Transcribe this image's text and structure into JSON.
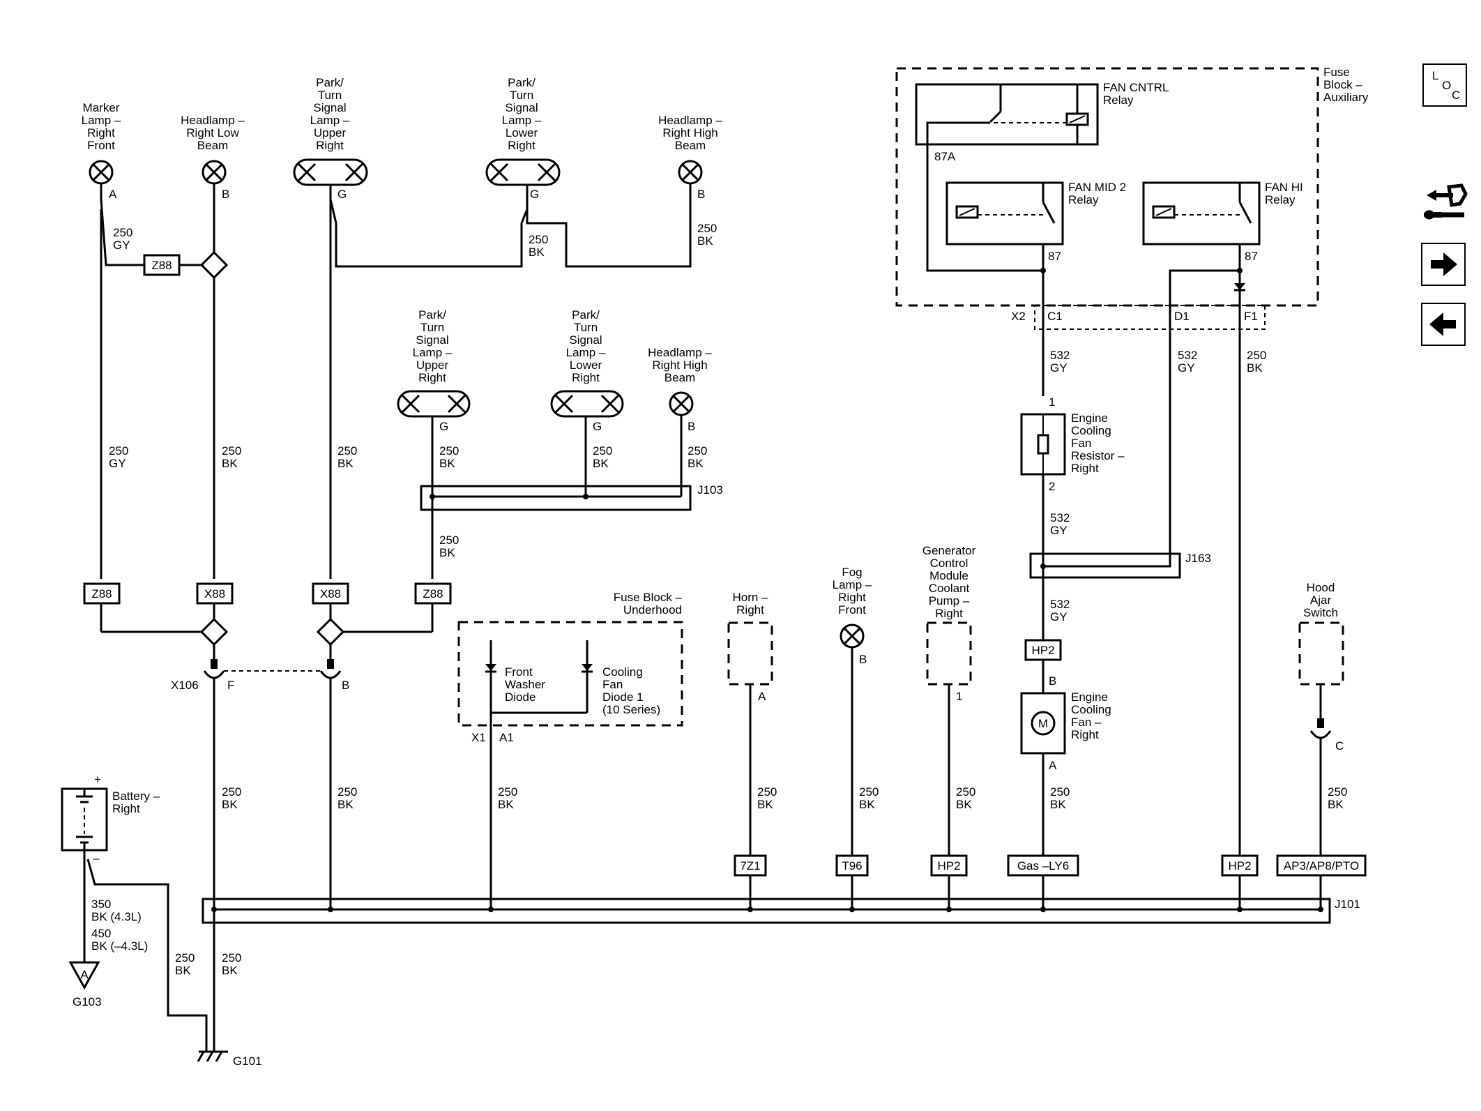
{
  "nav": {
    "loc": {
      "l": "L",
      "o": "O",
      "c": "C"
    }
  },
  "labels": {
    "marker_lamp": [
      "Marker",
      "Lamp –",
      "Right",
      "Front"
    ],
    "headlamp_low": [
      "Headlamp –",
      "Right Low",
      "Beam"
    ],
    "park_upper_1": [
      "Park/",
      "Turn",
      "Signal",
      "Lamp –",
      "Upper",
      "Right"
    ],
    "park_lower_1": [
      "Park/",
      "Turn",
      "Signal",
      "Lamp –",
      "Lower",
      "Right"
    ],
    "headlamp_high_1": [
      "Headlamp –",
      "Right High",
      "Beam"
    ],
    "park_upper_2": [
      "Park/",
      "Turn",
      "Signal",
      "Lamp –",
      "Upper",
      "Right"
    ],
    "park_lower_2": [
      "Park/",
      "Turn",
      "Signal",
      "Lamp –",
      "Lower",
      "Right"
    ],
    "headlamp_high_2": [
      "Headlamp –",
      "Right High",
      "Beam"
    ],
    "fuse_aux": [
      "Fuse",
      "Block –",
      "Auxiliary"
    ],
    "fan_cntrl": [
      "FAN CNTRL",
      "Relay"
    ],
    "fan_mid2": [
      "FAN MID 2",
      "Relay"
    ],
    "fan_hi": [
      "FAN HI",
      "Relay"
    ],
    "relay_87a": "87A",
    "relay_87_mid": "87",
    "relay_87_hi": "87",
    "x2": "X2",
    "c1": "C1",
    "d1": "D1",
    "f1": "F1",
    "fan_resistor": [
      "Engine",
      "Cooling",
      "Fan",
      "Resistor –",
      "Right"
    ],
    "resistor_pin1": "1",
    "resistor_pin2": "2",
    "fan_motor": [
      "Engine",
      "Cooling",
      "Fan –",
      "Right"
    ],
    "motor_b": "B",
    "motor_a": "A",
    "fuse_underhood": [
      "Fuse Block –",
      "Underhood"
    ],
    "washer_diode": [
      "Front",
      "Washer",
      "Diode"
    ],
    "cooling_diode": [
      "Cooling",
      "Fan",
      "Diode 1",
      "(10 Series)"
    ],
    "x1": "X1",
    "a1": "A1",
    "horn": [
      "Horn –",
      "Right"
    ],
    "horn_pin": "A",
    "fog_lamp": [
      "Fog",
      "Lamp –",
      "Right",
      "Front"
    ],
    "fog_pin": "B",
    "gen_control": [
      "Generator",
      "Control",
      "Module",
      "Coolant",
      "Pump –",
      "Right"
    ],
    "gen_pin": "1",
    "hood_ajar": [
      "Hood",
      "Ajar",
      "Switch"
    ],
    "hood_pin": "C",
    "battery": [
      "Battery –",
      "Right"
    ],
    "battery_plus": "+",
    "battery_minus": "–",
    "x106": "X106",
    "x106_f": "F",
    "x106_b": "B",
    "j103": "J103",
    "j163": "J163",
    "j101": "J101",
    "g103": "G103",
    "g103_a": "A",
    "g101": "G101",
    "pin_a_marker": "A",
    "pin_b_low": "B",
    "pin_g_up1": "G",
    "pin_g_low1": "G",
    "pin_b_high1": "B",
    "pin_g_up2": "G",
    "pin_g_low2": "G",
    "pin_b_high2": "B"
  },
  "wires": {
    "w_250gy_a": [
      "250",
      "GY"
    ],
    "w_250bk_park": [
      "250",
      "BK"
    ],
    "w_250bk_high1": [
      "250",
      "BK"
    ],
    "w_250gy_b": [
      "250",
      "GY"
    ],
    "w_250bk_low": [
      "250",
      "BK"
    ],
    "w_250bk_up1": [
      "250",
      "BK"
    ],
    "w_250bk_up2": [
      "250",
      "BK"
    ],
    "w_250bk_low2": [
      "250",
      "BK"
    ],
    "w_250bk_high2": [
      "250",
      "BK"
    ],
    "w_250bk_j103": [
      "250",
      "BK"
    ],
    "w_532gy_c1": [
      "532",
      "GY"
    ],
    "w_532gy_d1": [
      "532",
      "GY"
    ],
    "w_250bk_f1": [
      "250",
      "BK"
    ],
    "w_532gy_res": [
      "532",
      "GY"
    ],
    "w_532gy_j163": [
      "532",
      "GY"
    ],
    "w_250bk_b1": [
      "250",
      "BK"
    ],
    "w_250bk_b2": [
      "250",
      "BK"
    ],
    "w_250bk_b3": [
      "250",
      "BK"
    ],
    "w_250bk_b4": [
      "250",
      "BK"
    ],
    "w_250bk_b5": [
      "250",
      "BK"
    ],
    "w_250bk_b6": [
      "250",
      "BK"
    ],
    "w_250bk_b7": [
      "250",
      "BK"
    ],
    "w_250bk_b8": [
      "250",
      "BK"
    ],
    "w_batt": [
      "350",
      "BK (4.3L)",
      "450",
      "BK (–4.3L)"
    ],
    "w_g101a": [
      "250",
      "BK"
    ],
    "w_g101b": [
      "250",
      "BK"
    ]
  },
  "options": {
    "z88_top": "Z88",
    "z88_1": "Z88",
    "x88_1": "X88",
    "x88_2": "X88",
    "z88_2": "Z88",
    "hp2_motor": "HP2",
    "o_7z1": "7Z1",
    "o_t96": "T96",
    "o_hp2_gen": "HP2",
    "o_gas": "Gas –LY6",
    "o_hp2_f1": "HP2",
    "o_ap3": "AP3/AP8/PTO"
  }
}
